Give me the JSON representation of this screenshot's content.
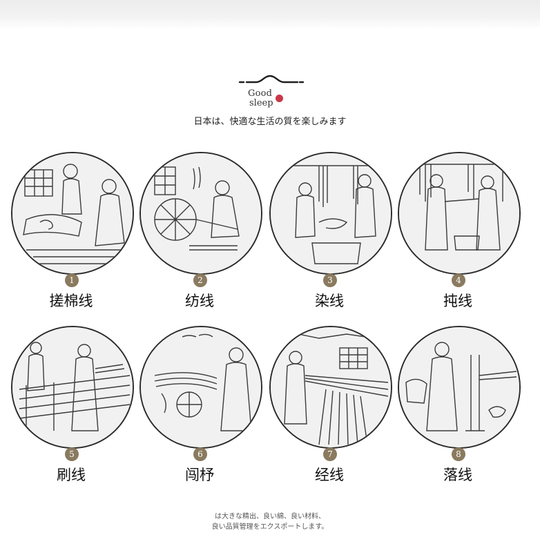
{
  "brand": {
    "line1": "Good",
    "line2": "sleep"
  },
  "tagline": "日本は、快適な生活の質を楽しみます",
  "steps": [
    {
      "num": "1",
      "label": "搓棉线"
    },
    {
      "num": "2",
      "label": "纺线"
    },
    {
      "num": "3",
      "label": "染线"
    },
    {
      "num": "4",
      "label": "扽线"
    },
    {
      "num": "5",
      "label": "刷线"
    },
    {
      "num": "6",
      "label": "闯杼"
    },
    {
      "num": "7",
      "label": "经线"
    },
    {
      "num": "8",
      "label": "落线"
    }
  ],
  "footnote": {
    "line1": "は大きな精出、良い綿、良い材料、",
    "line2": "良い品質管理をエクスポートします。"
  },
  "colors": {
    "badge": "#8a7a5f",
    "seal": "#c9384a",
    "line": "#2b2b2b"
  }
}
